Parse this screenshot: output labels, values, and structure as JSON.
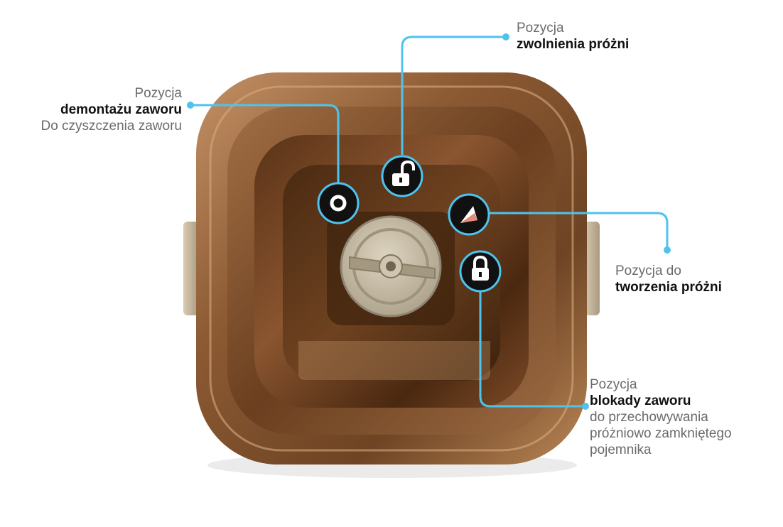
{
  "labels": {
    "release": {
      "line1": "Pozycja",
      "bold": "zwolnienia próżni"
    },
    "disassembly": {
      "line1": "Pozycja",
      "bold": "demontażu zaworu",
      "line3": "Do czyszczenia zaworu"
    },
    "vacuum": {
      "line1": "Pozycja do",
      "bold": "tworzenia próżni"
    },
    "lock": {
      "line1": "Pozycja",
      "bold": "blokady zaworu",
      "line3": "do przechowywania",
      "line4": "próżniowo zamkniętego",
      "line5": "pojemnika"
    }
  },
  "icons": {
    "release": "unlocked-padlock-icon",
    "disassembly": "circle-o-icon",
    "vacuum": "arrow-triangle-icon",
    "lock": "locked-padlock-icon"
  },
  "colors": {
    "accent": "#4ec3ee",
    "lid_bronze": "#8a5a34",
    "badge": "#111111",
    "valve": "#c9bfa8",
    "text_dark": "#111111",
    "text_light": "#6b6b6b"
  }
}
